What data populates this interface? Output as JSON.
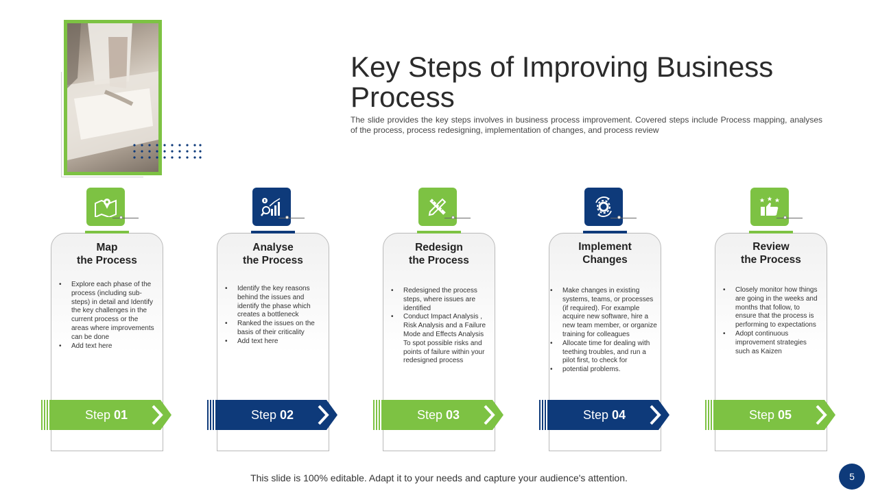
{
  "title": "Key Steps of Improving Business Process",
  "subtitle": "The slide provides the key steps involves in business process improvement. Covered steps include Process mapping, analyses of the process, process redesigning, implementation of changes, and process review",
  "colors": {
    "green": "#7dc243",
    "blue": "#0e3a7a"
  },
  "steps": [
    {
      "icon": "map-pin-icon",
      "title_line1": "Map",
      "title_line2": "the Process",
      "step_word": "Step",
      "step_num": "01",
      "bullets": [
        "Explore each phase of the process (including sub-steps) in detail and Identify the key challenges in the current process or the areas where improvements can be done",
        "Add text here"
      ]
    },
    {
      "icon": "analytics-chart-icon",
      "title_line1": "Analyse",
      "title_line2": "the Process",
      "step_word": "Step",
      "step_num": "02",
      "bullets": [
        "Identify the key reasons behind the issues and identify the phase which creates a bottleneck",
        "Ranked the issues on the basis of their criticality",
        "Add text here"
      ]
    },
    {
      "icon": "pencil-ruler-icon",
      "title_line1": "Redesign",
      "title_line2": "the Process",
      "step_word": "Step",
      "step_num": "03",
      "bullets": [
        "Redesigned the process steps, where issues are identified",
        "Conduct Impact Analysis , Risk Analysis and a Failure Mode and Effects Analysis To spot possible risks and points of failure within your redesigned process"
      ]
    },
    {
      "icon": "gear-cycle-icon",
      "title_line1": "Implement",
      "title_line2": "Changes",
      "step_word": "Step",
      "step_num": "04",
      "bullets": [
        "Make changes in existing systems, teams, or processes (if required). For example acquire new software, hire a new team member, or organize training for colleagues",
        "Allocate time for dealing with teething troubles, and run a pilot first, to check for",
        " potential problems."
      ]
    },
    {
      "icon": "thumbs-up-stars-icon",
      "title_line1": "Review",
      "title_line2": "the Process",
      "step_word": "Step",
      "step_num": "05",
      "bullets": [
        "Closely monitor how things are going in the weeks and months that follow, to ensure that the process is performing to expectations",
        "Adopt continuous improvement strategies such as Kaizen"
      ]
    }
  ],
  "footer": "This slide is 100% editable. Adapt it to your needs and capture your audience's attention.",
  "page_number": "5"
}
